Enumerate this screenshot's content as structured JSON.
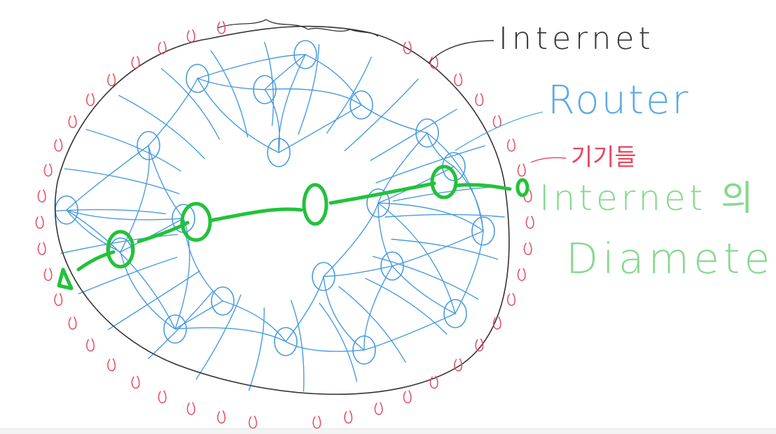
{
  "labels": {
    "internet": "Internet",
    "router": "Router",
    "device": "기기들",
    "diameter_line1": "Internet 의",
    "diameter_line2": "Diameter"
  },
  "colors": {
    "boundary": "#333333",
    "router_mesh": "#4a9be0",
    "device": "#e8475f",
    "diameter_path": "#22c23a",
    "diameter_text": "#86d98e",
    "router_text": "#5aaae6",
    "device_text": "#e8475f"
  }
}
